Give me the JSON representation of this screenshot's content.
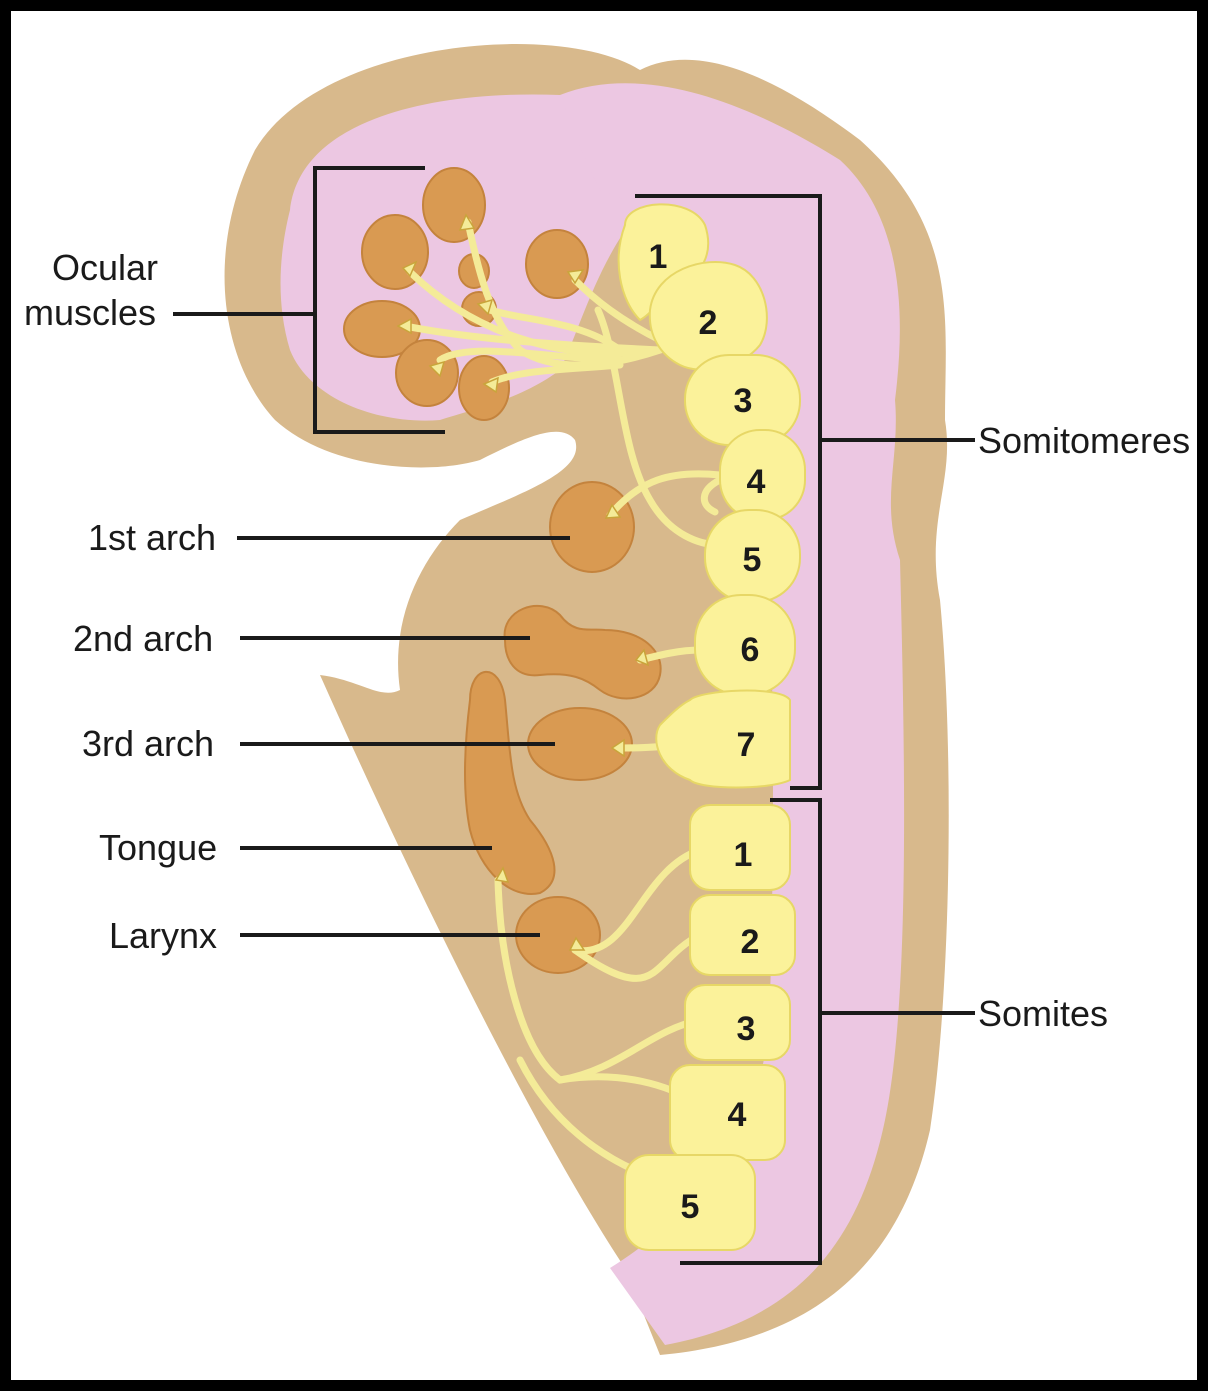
{
  "labels": {
    "ocular_line1": "Ocular",
    "ocular_line2": "muscles",
    "first_arch": "1st arch",
    "second_arch": "2nd arch",
    "third_arch": "3rd arch",
    "tongue": "Tongue",
    "larynx": "Larynx",
    "somitomeres": "Somitomeres",
    "somites": "Somites"
  },
  "somitomere_numbers": [
    "1",
    "2",
    "3",
    "4",
    "5",
    "6",
    "7"
  ],
  "somite_numbers": [
    "1",
    "2",
    "3",
    "4",
    "5"
  ],
  "colors": {
    "outer_tissue": "#d8b98c",
    "inner_cavity": "#ecc7e2",
    "muscle": "#d99a52",
    "muscle_stroke": "#c4833d",
    "somite_fill": "#fbf29a",
    "somite_stroke": "#e7d766",
    "connector": "#f4eb98",
    "bracket": "#1a1a1a"
  }
}
